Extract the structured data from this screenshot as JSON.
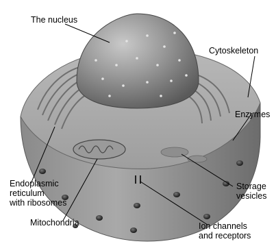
{
  "labels": {
    "nucleus": "The nucleus",
    "cytoskeleton": "Cytoskeleton",
    "enzymes": "Enzymes",
    "er_line1": "Endoplasmic",
    "er_line2": "reticulum",
    "er_line3": "with ribosomes",
    "storage_line1": "Storage",
    "storage_line2": "vesicles",
    "mitochondria": "Mitochondria",
    "ion_line1": "Ion channels",
    "ion_line2": "and receptors"
  },
  "colors": {
    "background": "#ffffff",
    "label_text": "#000000",
    "leader_line": "#000000"
  }
}
